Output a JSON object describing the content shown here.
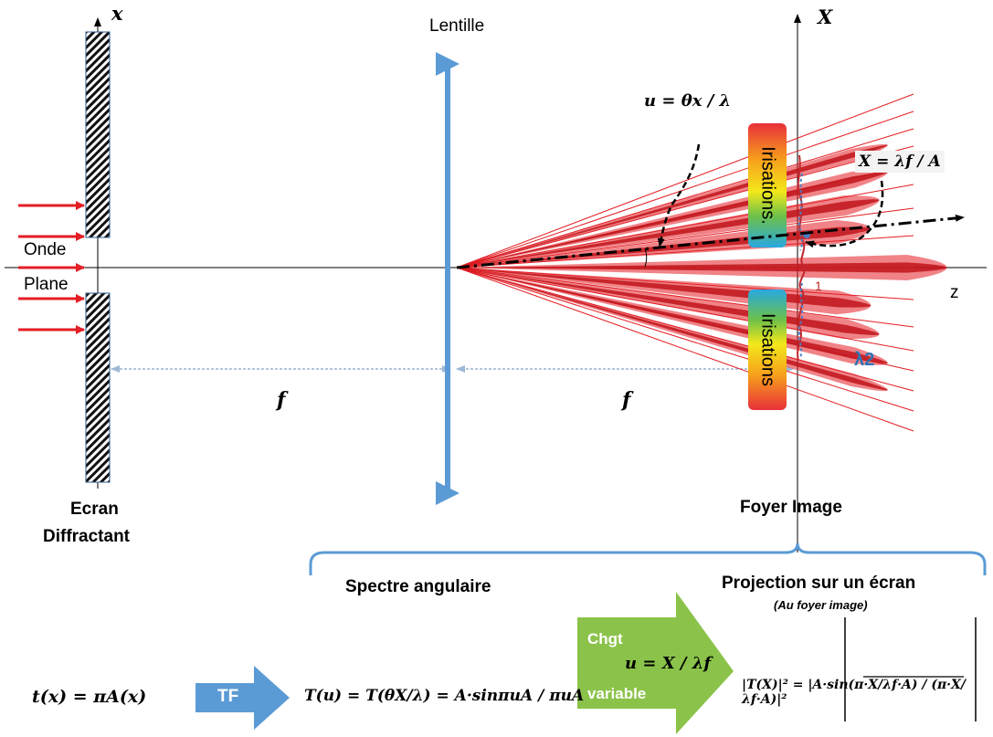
{
  "labels": {
    "x_axis": "x",
    "X_axis": "X",
    "z_axis": "z",
    "lens": "Lentille",
    "wave_line1": "Onde",
    "wave_line2": "Plane",
    "f_left": "f",
    "f_right": "f",
    "screen_line1": "Ecran",
    "screen_line2": "Diffractant",
    "focal": "Foyer Image",
    "irr_top": "Irisations.",
    "irr_bottom": "Irisations",
    "lambda2": "λ2",
    "small_one": "1",
    "angular_spectrum": "Spectre angulaire",
    "projection": "Projection sur un écran",
    "projection_sub": "(Au foyer image)",
    "tf": "TF",
    "chgt": "Chgt",
    "variable": "variable"
  },
  "formulas": {
    "u_theta": "u = θx / λ",
    "X_lambda": "X = λf / A",
    "t_x": "t(x) = πA(x)",
    "T_u": "T(u) = T(θX/λ) = A·sinπuA / πuA",
    "u_change": "u = X / λf",
    "intensity": "|T(X)|² = |A·sin(π·X/λf·A) / (π·X/λf·A)|²"
  },
  "colors": {
    "lens_blue": "#5B9BD5",
    "ray_red": "#E31E24",
    "arrow_red": "#E31E24",
    "tf_blue": "#5B9BD5",
    "change_green": "#8BC34A",
    "lambda_blue": "#2E75B6"
  }
}
